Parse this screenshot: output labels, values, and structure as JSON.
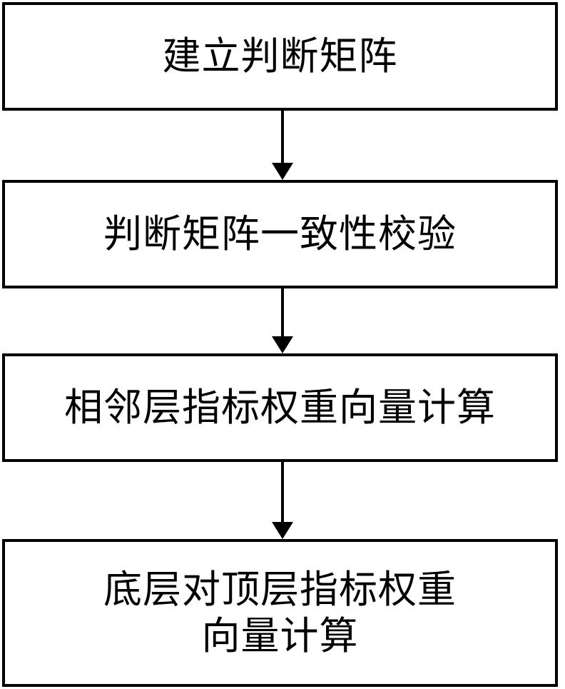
{
  "flowchart": {
    "steps": [
      {
        "label": "建立判断矩阵"
      },
      {
        "label": "判断矩阵一致性校验"
      },
      {
        "label": "相邻层指标权重向量计算"
      },
      {
        "label_lines": [
          "底层对顶层指标权重",
          "向量计算"
        ]
      }
    ],
    "colors": {
      "stroke": "#000000",
      "background": "#ffffff"
    }
  }
}
